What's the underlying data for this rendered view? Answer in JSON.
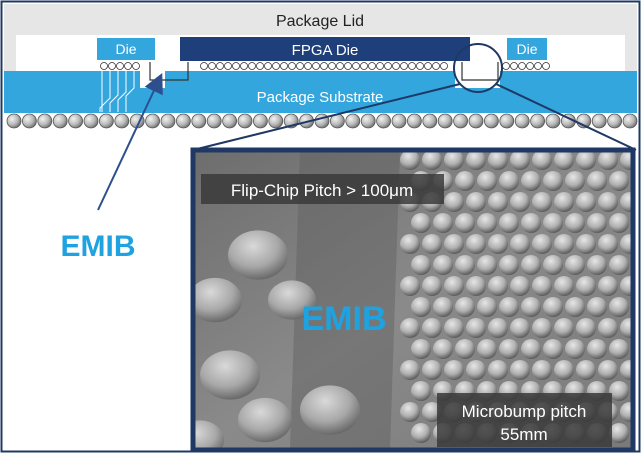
{
  "diagram": {
    "package_lid": "Package Lid",
    "die_left": "Die",
    "fpga_die": "FPGA Die",
    "die_right": "Die",
    "package_substrate": "Package Substrate",
    "emib_callout": "EMIB"
  },
  "micrograph": {
    "flip_chip_label": "Flip-Chip Pitch > 100μm",
    "emib_label": "EMIB",
    "microbump_line1": "Microbump pitch",
    "microbump_line2": "55mm"
  },
  "colors": {
    "substrate_blue": "#33a6dd",
    "fpga_navy": "#1f3f7a",
    "callout_blue": "#1fa2e0",
    "arrow_blue": "#2d4f8e",
    "frame_navy": "#1f3864"
  }
}
